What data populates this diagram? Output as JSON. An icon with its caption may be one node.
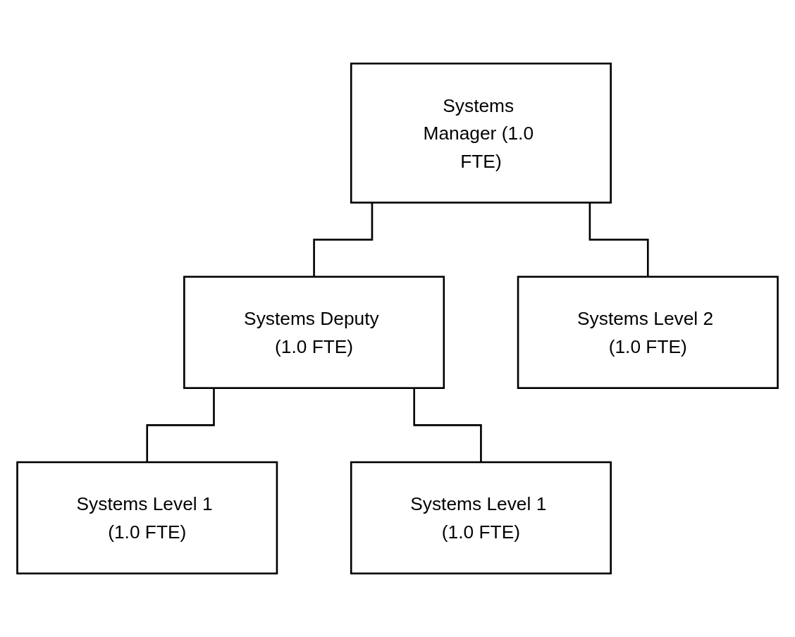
{
  "diagram": {
    "nodes": [
      {
        "text": [
          "Systems Manager (1.0 FTE)"
        ]
      },
      {
        "text": [
          "Systems Deputy (1.0 FTE)"
        ]
      },
      {
        "text": [
          "Systems Level 2 (1.0 FTE)"
        ]
      },
      {
        "text": [
          "Systems Level 1 (1.0 FTE)"
        ]
      },
      {
        "text": [
          "Systems Level 1 (1.0 FTE)"
        ]
      }
    ],
    "edges": [
      {
        "from": 0,
        "to": 1,
        "arrow": "none"
      },
      {
        "from": 0,
        "to": 2,
        "arrow": "none"
      },
      {
        "from": 1,
        "to": 3,
        "arrow": "none"
      },
      {
        "from": 1,
        "to": 4,
        "arrow": "none"
      }
    ]
  }
}
